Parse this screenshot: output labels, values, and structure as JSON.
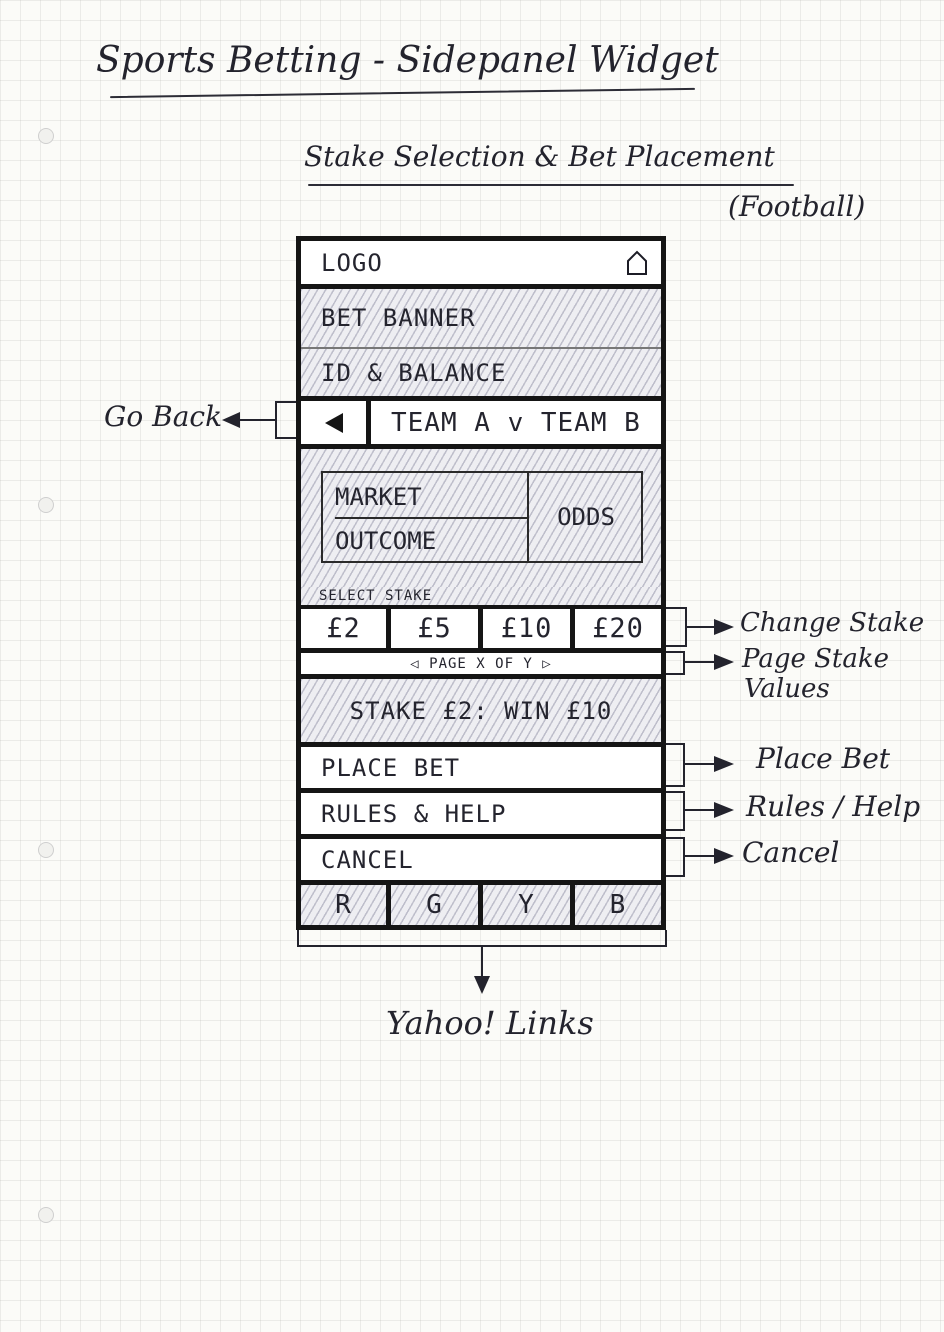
{
  "page": {
    "title": "Sports Betting - Sidepanel Widget",
    "subtitle": "Stake Selection & Bet Placement",
    "subtitle_note": "(Football)"
  },
  "widget": {
    "logo": "LOGO",
    "home_icon": "home-icon",
    "bet_banner": "BET BANNER",
    "id_balance": "ID & BALANCE",
    "back_icon": "back-triangle-icon",
    "match": "TEAM A v TEAM B",
    "market": "MARKET",
    "outcome": "OUTCOME",
    "odds": "ODDS",
    "select_stake": "SELECT STAKE",
    "stakes": [
      "£2",
      "£5",
      "£10",
      "£20"
    ],
    "pager": "◁ PAGE X OF Y ▷",
    "stake_summary": "STAKE £2: WIN £10",
    "place_bet": "PLACE BET",
    "rules_help": "RULES & HELP",
    "cancel": "CANCEL",
    "yahoo_links": [
      "R",
      "G",
      "Y",
      "B"
    ]
  },
  "annotations": {
    "go_back": "Go Back",
    "change_stake": "Change Stake",
    "page_stake_values_1": "Page Stake",
    "page_stake_values_2": "Values",
    "place_bet": "Place Bet",
    "rules_help": "Rules / Help",
    "cancel": "Cancel",
    "yahoo_links": "Yahoo! Links"
  },
  "colors": {
    "ink": "#1c1c26",
    "hatch": "#5a5a78"
  }
}
